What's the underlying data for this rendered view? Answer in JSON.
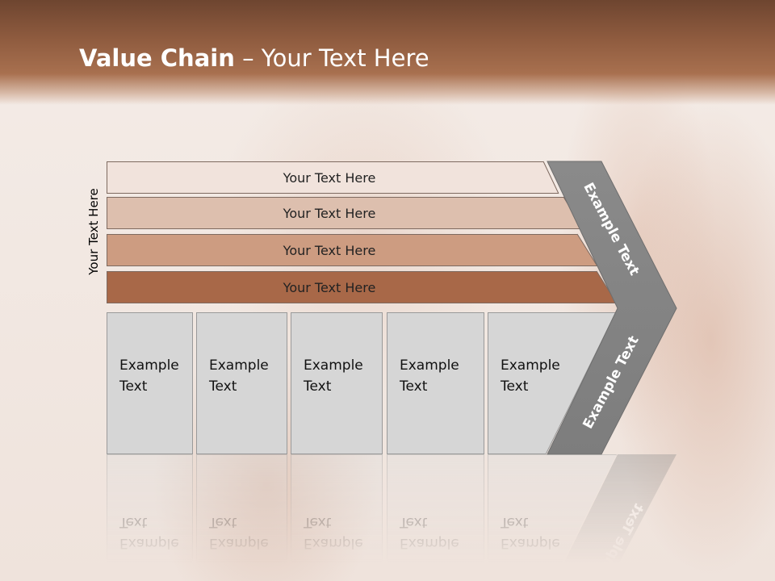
{
  "title": {
    "bold": "Value Chain",
    "rest": " – Your Text Here"
  },
  "side_label": "Your Text Here",
  "bars": [
    {
      "label": "Your Text Here",
      "color": "#f1e3dc"
    },
    {
      "label": "Your Text Here",
      "color": "#ddbfae"
    },
    {
      "label": "Your Text Here",
      "color": "#cd9c81"
    },
    {
      "label": "Your Text Here",
      "color": "#a86848"
    }
  ],
  "boxes": [
    {
      "line1": "Example",
      "line2": "Text"
    },
    {
      "line1": "Example",
      "line2": "Text"
    },
    {
      "line1": "Example",
      "line2": "Text"
    },
    {
      "line1": "Example",
      "line2": "Text"
    },
    {
      "line1": "Example",
      "line2": "Text"
    }
  ],
  "chevron": {
    "upper_label": "Example Text",
    "lower_label": "Example Text",
    "color": "#8c8c8c"
  },
  "colors": {
    "header": "#8d5a3e",
    "box_fill": "#d6d6d6"
  }
}
